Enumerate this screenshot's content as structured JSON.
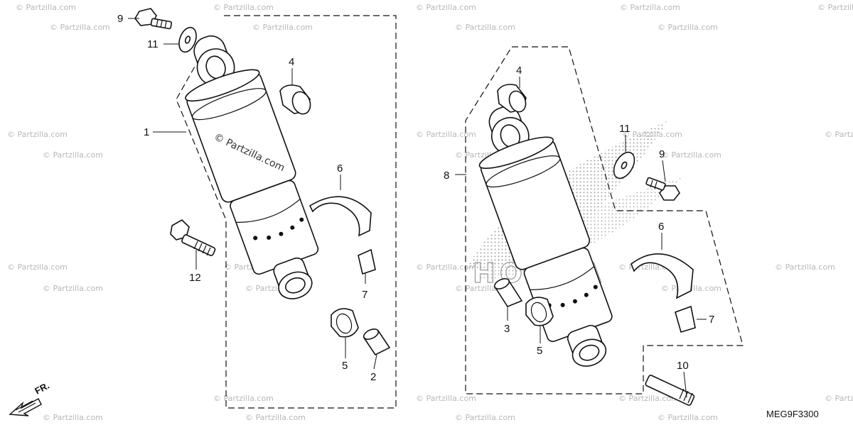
{
  "diagram": {
    "callouts": {
      "left_1": "1",
      "left_2": "2",
      "left_4": "4",
      "left_5": "5",
      "left_6": "6",
      "left_7": "7",
      "left_9": "9",
      "left_11": "11",
      "left_12": "12",
      "right_3": "3",
      "right_4": "4",
      "right_5": "5",
      "right_6": "6",
      "right_7": "7",
      "right_8": "8",
      "right_9": "9",
      "right_10": "10",
      "right_11": "11"
    },
    "direction_label": "FR.",
    "diagram_code": "MEG9F3300",
    "watermark_text": "© Partzilla.com",
    "brand_watermark": "HONDA"
  },
  "colors": {
    "line": "#111111",
    "background": "#ffffff",
    "watermark": "#b8b8b8",
    "halftone": "#9a9a9a"
  },
  "icons": {
    "direction": "fr-arrow-icon"
  }
}
